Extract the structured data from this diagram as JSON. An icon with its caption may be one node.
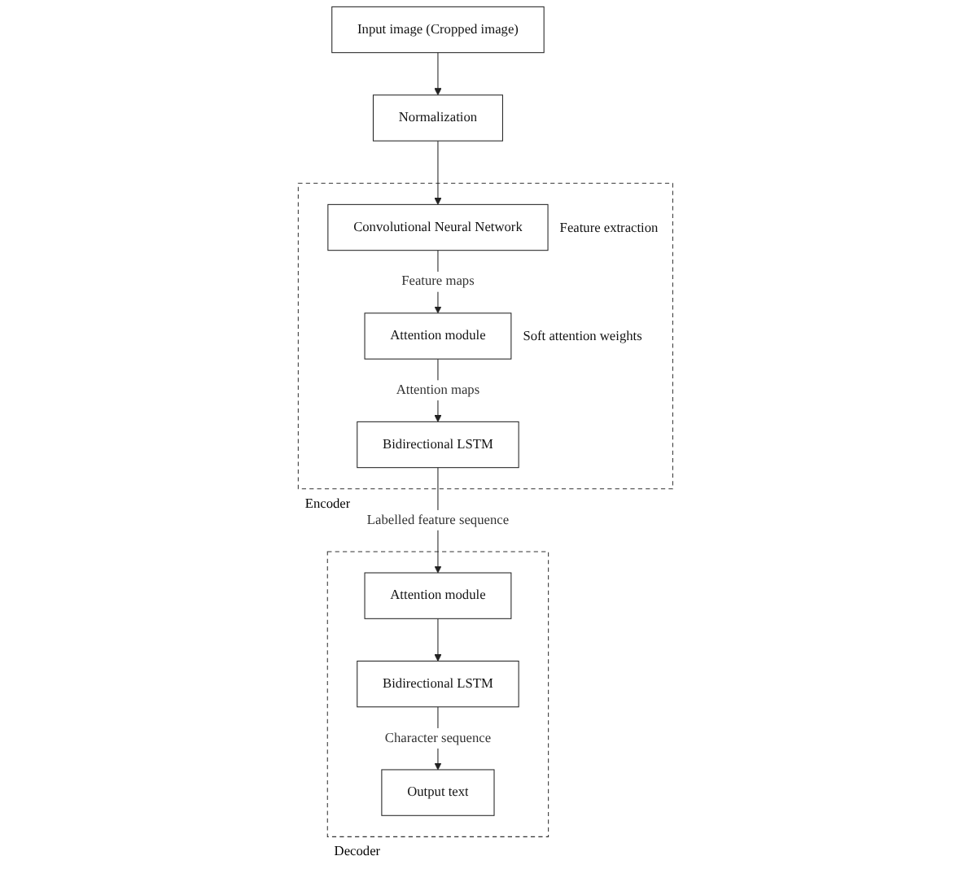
{
  "diagram": {
    "nodes": [
      {
        "text": [
          "Input image (Cropped image)"
        ]
      },
      {
        "text": [
          "Normalization"
        ]
      },
      {
        "text": [
          "Encoder"
        ]
      },
      {
        "text": [
          "Convolutional Neural Network"
        ],
        "in": 2,
        "beside": [
          "Feature extraction"
        ]
      },
      {
        "text": [
          "Attention module"
        ],
        "in": 2,
        "beside": [
          "Soft attention weights"
        ]
      },
      {
        "text": [
          "Bidirectional LSTM"
        ],
        "in": 2
      },
      {
        "text": [
          "Decoder"
        ]
      },
      {
        "text": [
          "Attention module"
        ],
        "in": 6
      },
      {
        "text": [
          "Bidirectional LSTM"
        ],
        "in": 6
      },
      {
        "text": [
          "Output text"
        ],
        "in": 6
      }
    ],
    "edges": [
      {
        "from": 0,
        "to": 1,
        "arrow": "to"
      },
      {
        "from": 1,
        "to": 3,
        "arrow": "to"
      },
      {
        "from": 3,
        "to": 4,
        "arrow": "to",
        "label": "Feature maps"
      },
      {
        "from": 4,
        "to": 5,
        "arrow": "to",
        "label": "Attention maps"
      },
      {
        "from": 5,
        "to": 7,
        "arrow": "to",
        "label": "Labelled feature sequence"
      },
      {
        "from": 7,
        "to": 8,
        "arrow": "to"
      },
      {
        "from": 8,
        "to": 9,
        "arrow": "to",
        "label": "Character sequence"
      }
    ]
  }
}
